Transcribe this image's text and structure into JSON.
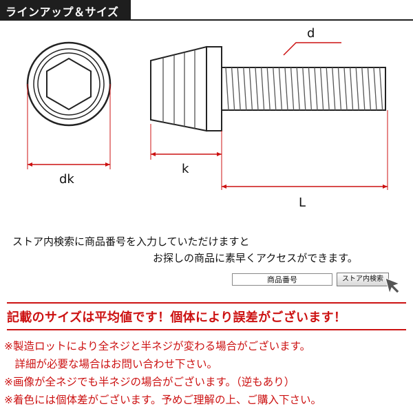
{
  "header": {
    "title": "ラインアップ＆サイズ"
  },
  "diagram": {
    "labels": {
      "d": "d",
      "dk": "dk",
      "k": "k",
      "L": "L"
    }
  },
  "guide": {
    "line1": "ストア内検索に商品番号を入力していただけますと",
    "line2": "お探しの商品に素早くアクセスができます。"
  },
  "search": {
    "input_value": "商品番号",
    "button_label": "ストア内検索"
  },
  "warning": {
    "text": "記載のサイズは平均値です！個体により誤差がございます！"
  },
  "notes": [
    "※製造ロットにより全ネジと半ネジが変わる場合がございます。",
    "　詳細が必要な場合はお問い合わせ下さい。",
    "※画像が全ネジでも半ネジの場合がございます。（逆もあり）",
    "※着色には個体差がございます。予めご理解の上、ご購入下さい。"
  ],
  "colors": {
    "accent": "#cc1111",
    "header_bg": "#1e1e1e"
  }
}
